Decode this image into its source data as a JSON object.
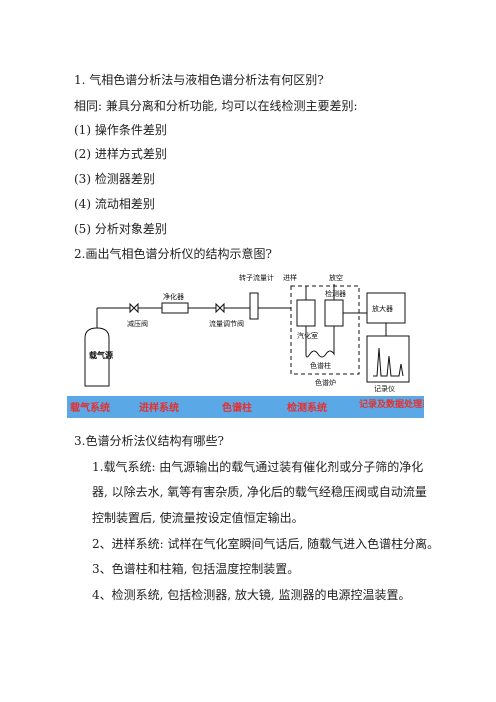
{
  "q1": {
    "title": "1. 气相色谱分析法与液相色谱分析法有何区别?",
    "intro": "相同: 兼具分离和分析功能, 均可以在线检测主要差别:",
    "items": [
      "(1) 操作条件差别",
      "(2) 进样方式差别",
      "(3) 检测器差别",
      "(4) 流动相差别",
      "(5) 分析对象差别"
    ]
  },
  "q2": {
    "title": "2.画出气相色谱分析仪的结构示意图?"
  },
  "diagram": {
    "labels": {
      "rotor_flowmeter": "转子流量计",
      "purifier": "净化器",
      "pressure_valve": "减压阀",
      "flow_valve": "流量调节阀",
      "injection": "进样",
      "vent": "放空",
      "vaporizer": "汽化室",
      "detector": "检测器",
      "amplifier": "放大器",
      "column": "色谱柱",
      "oven": "色谱炉",
      "recorder": "记录仪",
      "carrier_gas": "载气源"
    },
    "band": [
      "载气系统",
      "进样系统",
      "色谱柱",
      "检测系统",
      "记录及数据处理系统"
    ],
    "band_color": "#5aa9e6"
  },
  "q3": {
    "title": "3.色谱分析法仪结构有哪些?",
    "p1": [
      "1.载气系统: 由气源输出的载气通过装有催化剂或分子筛的净化",
      "器, 以除去水, 氧等有害杂质, 净化后的载气经稳压阀或自动流量",
      "控制装置后, 使流量按设定值恒定输出。"
    ],
    "p2": "2、进样系统: 试样在气化室瞬间气话后, 随载气进入色谱柱分离。",
    "p3": "3、色谱柱和柱箱, 包括温度控制装置。",
    "p4": "4、检测系统, 包括检测器, 放大镜, 监测器的电源控温装置。"
  }
}
